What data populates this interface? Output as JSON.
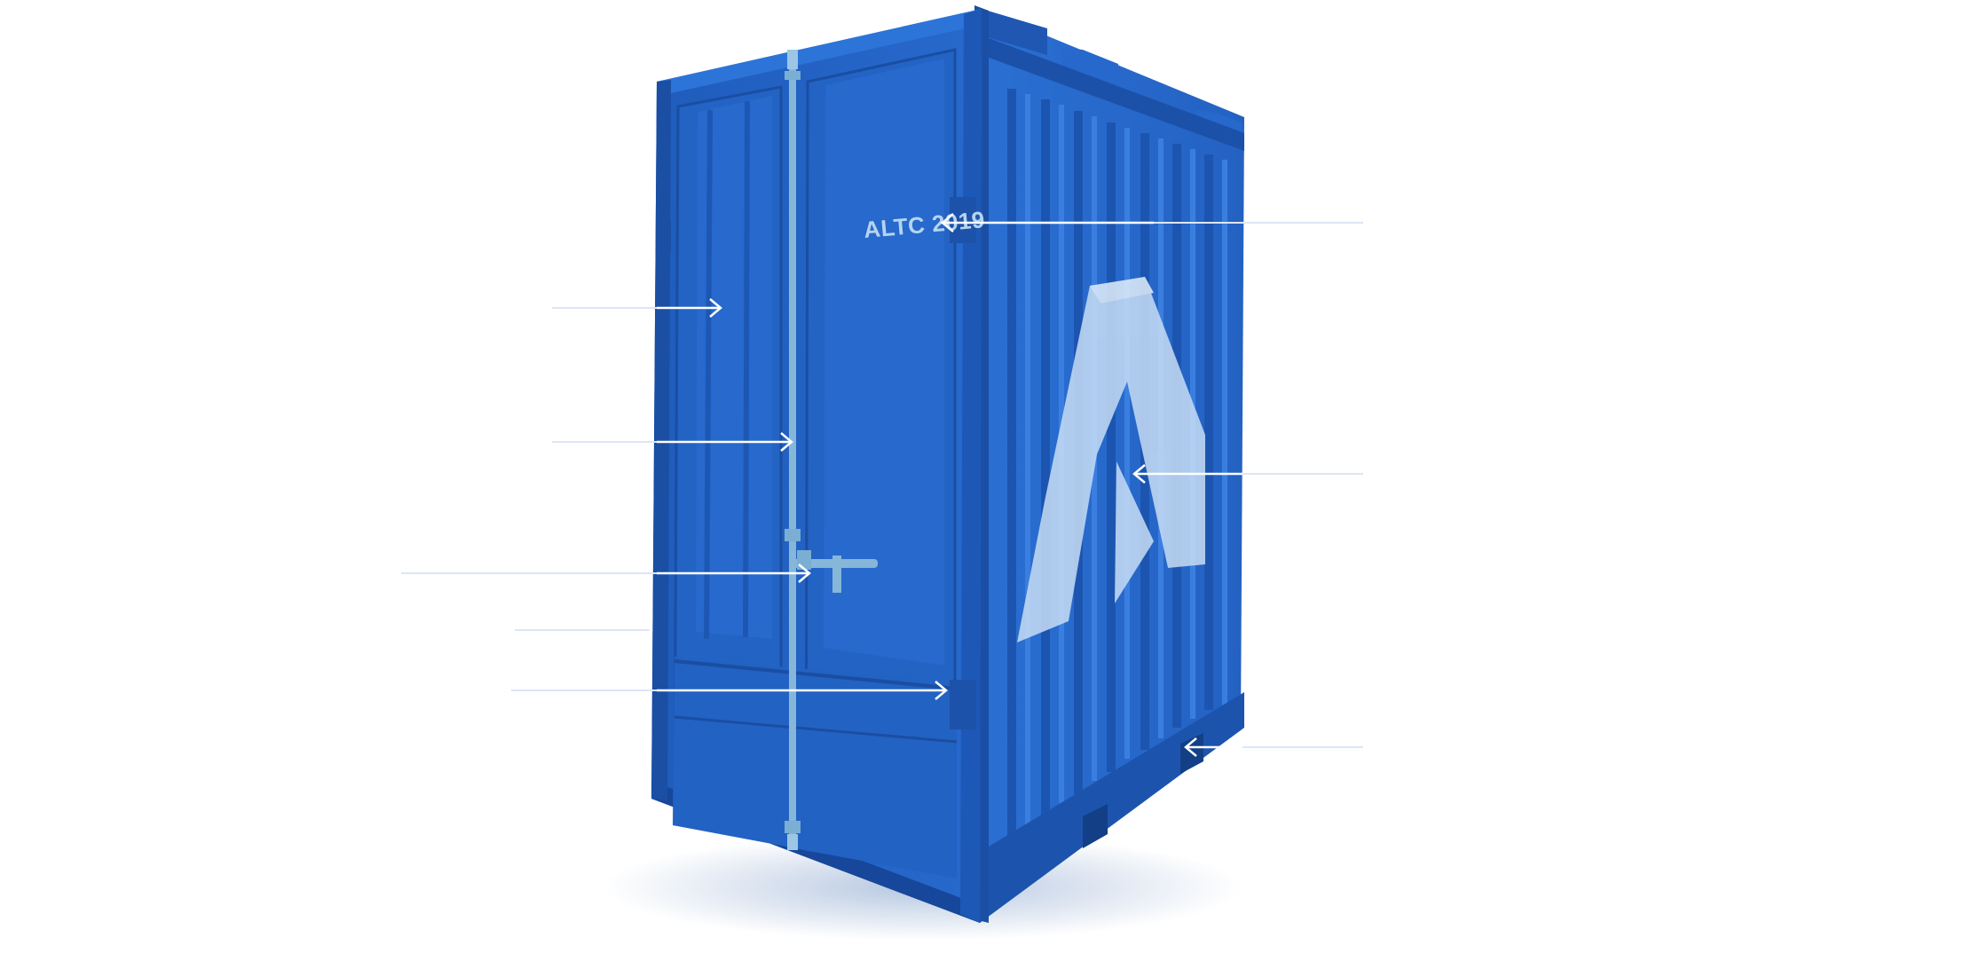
{
  "container": {
    "serial_text": "ALTC 2019",
    "logo_letter": "A"
  },
  "callouts": [
    {
      "name": "callout-serial-number",
      "side": "right"
    },
    {
      "name": "callout-door-panel",
      "side": "left"
    },
    {
      "name": "callout-locking-bar",
      "side": "left"
    },
    {
      "name": "callout-door-handle",
      "side": "left"
    },
    {
      "name": "callout-door-gasket",
      "side": "left"
    },
    {
      "name": "callout-door-hinge",
      "side": "left"
    },
    {
      "name": "callout-logo",
      "side": "right"
    },
    {
      "name": "callout-forklift-pocket",
      "side": "right"
    }
  ],
  "colors": {
    "container_front": "#2566c6",
    "container_side": "#2a6dd0",
    "container_dark": "#1a4fa3",
    "locking_bar": "#86b6d8",
    "logo": "#c7ddf4",
    "callout_line": "#dde6f6",
    "callout_arrow": "#ffffff",
    "background": "#ffffff"
  }
}
